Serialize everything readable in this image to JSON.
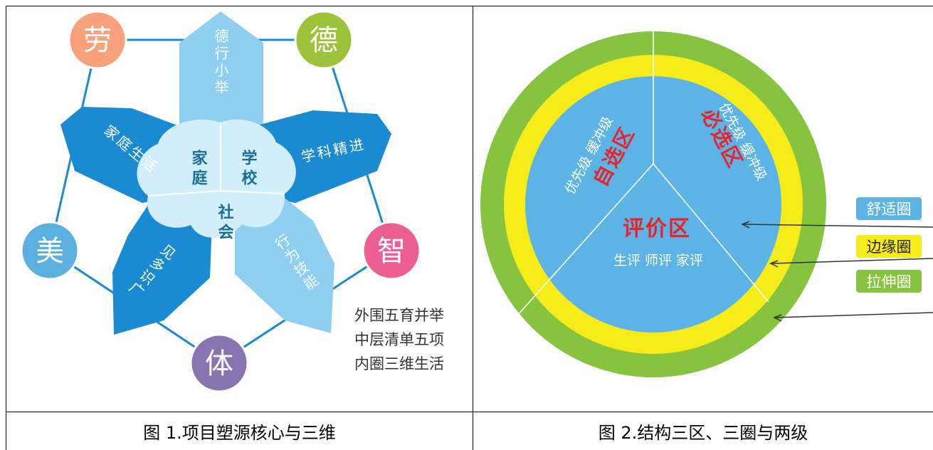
{
  "figure1": {
    "outer_nodes": [
      "劳",
      "德",
      "美",
      "智",
      "体"
    ],
    "petals": [
      "德行小举",
      "学科精进",
      "行为技能",
      "见多识广",
      "家庭生活"
    ],
    "inner": [
      "家庭",
      "学校",
      "社会"
    ],
    "notes": [
      "外围五育并举",
      "中层清单五项",
      "内圈三维生活"
    ],
    "caption": "图 1.项目塑源核心与三维"
  },
  "figure2": {
    "zones": {
      "self": {
        "label": "自选区",
        "levels": "优先级 缓冲级"
      },
      "must": {
        "label": "必选区",
        "levels": "优先级 缓冲级"
      },
      "eval": {
        "label": "评价区",
        "sub": "生评  师评  家评"
      }
    },
    "legend": [
      {
        "label": "舒适圈",
        "color": "#5bb4e5"
      },
      {
        "label": "边缘圈",
        "color": "#f5ec1a"
      },
      {
        "label": "拉伸圈",
        "color": "#86c440"
      }
    ],
    "caption": "图 2.结构三区、三圈与两级"
  },
  "colors": {
    "dark_blue": "#1a8ad2",
    "mid_blue": "#6cc0ea",
    "light_blue": "#8fd0f2",
    "pale": "#d3eefb",
    "green": "#86c440",
    "yellow": "#f5ec1a",
    "ring_blue": "#5bb4e5",
    "red": "#e8232a"
  }
}
